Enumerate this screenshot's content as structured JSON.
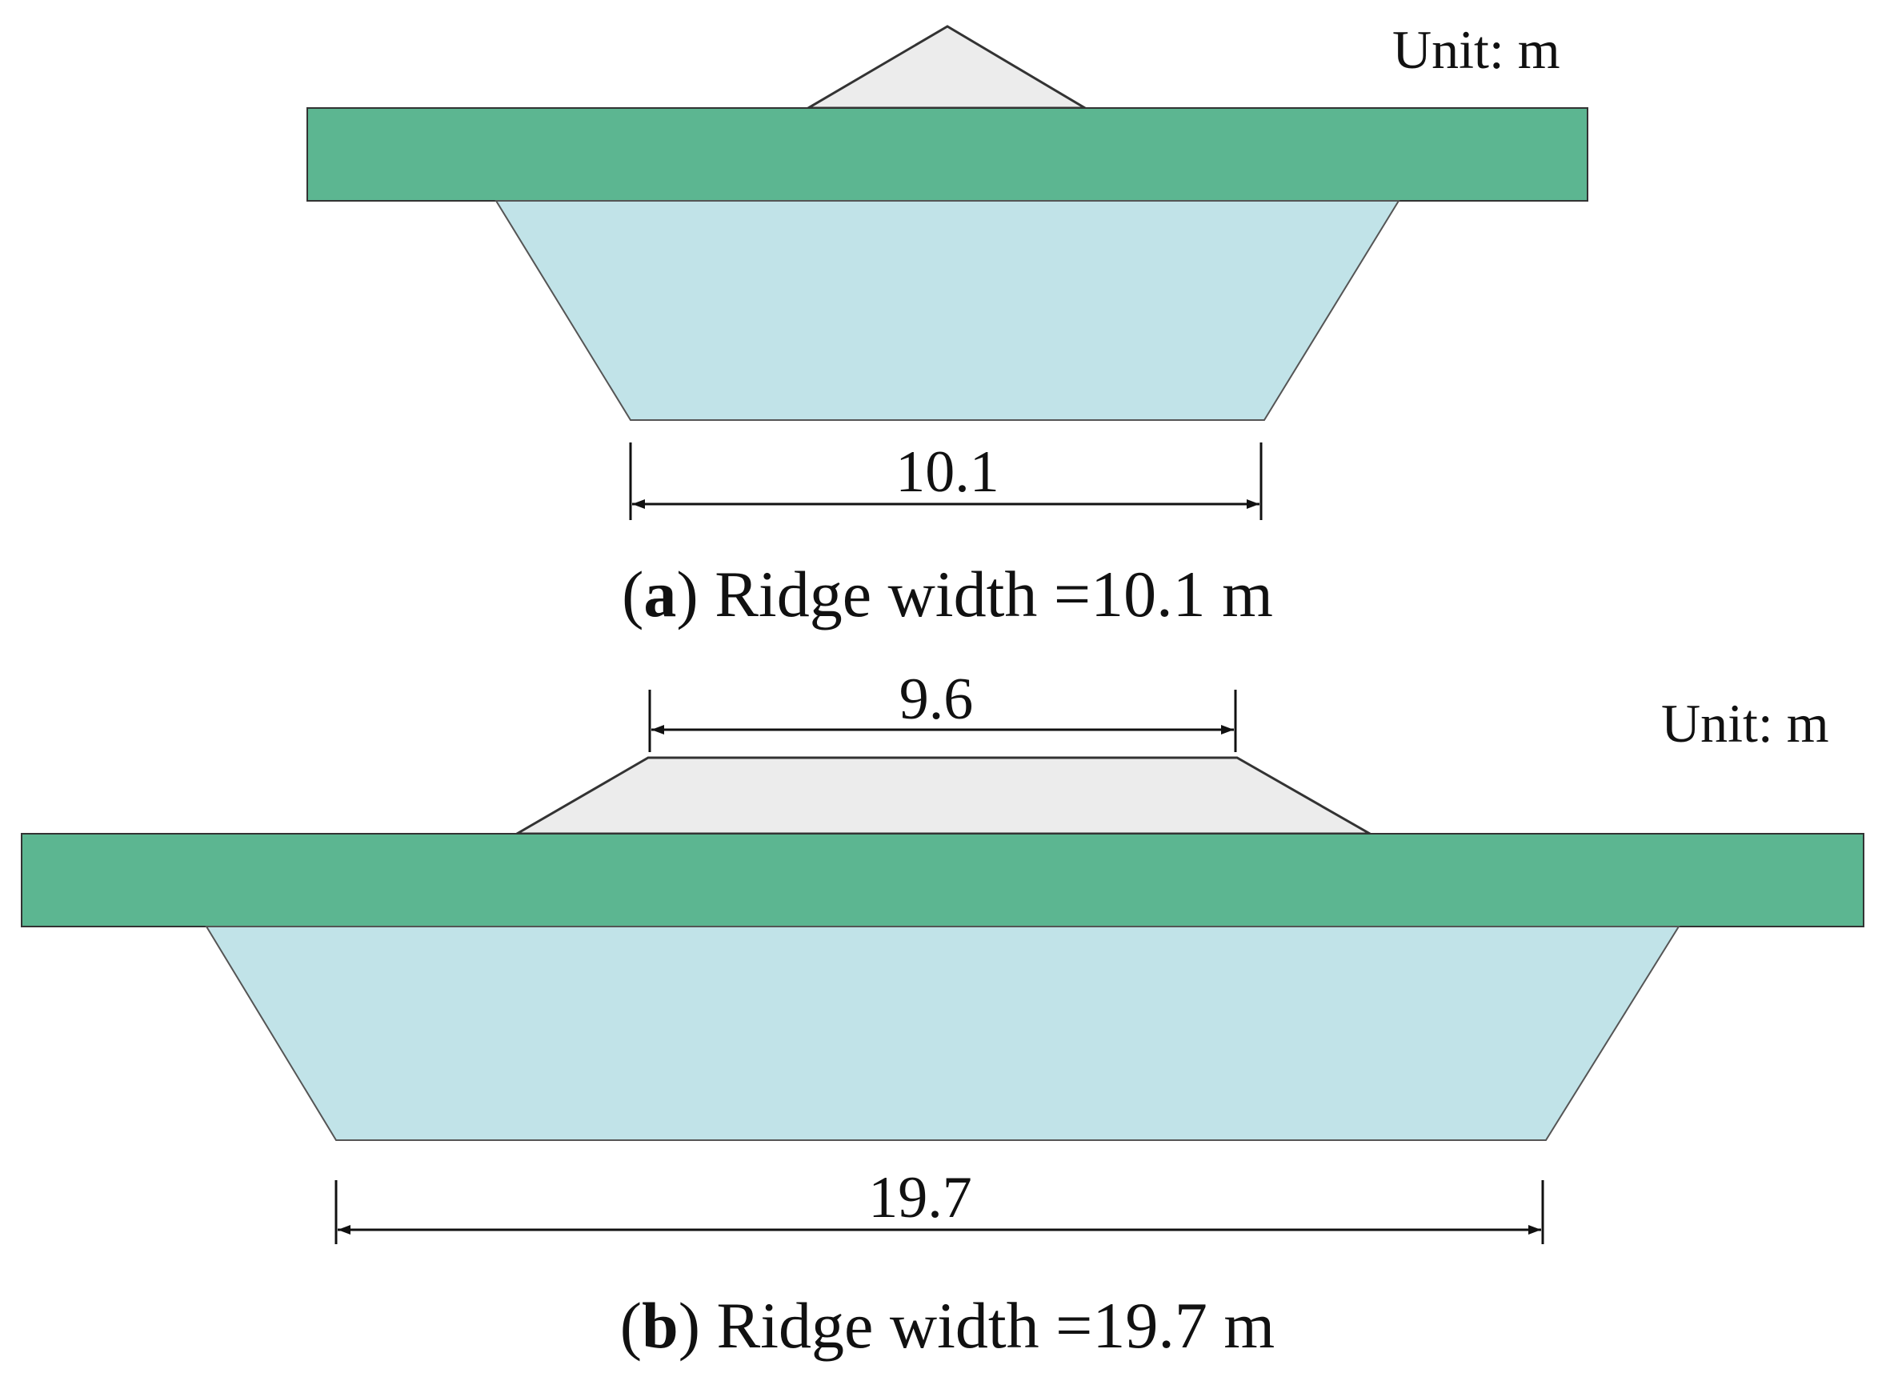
{
  "colors": {
    "slab": "#5cb691",
    "trench": "#c1e3e8",
    "ridge": "#ececec",
    "outline": "#333333",
    "text": "#111111"
  },
  "panel_a": {
    "unit_label": "Unit: m",
    "bottom_dimension": "10.1",
    "caption_letter": "a",
    "caption_text": "Ridge width =10.1 m"
  },
  "panel_b": {
    "unit_label": "Unit: m",
    "top_dimension": "9.6",
    "bottom_dimension": "19.7",
    "caption_letter": "b",
    "caption_text": "Ridge width =19.7 m"
  }
}
